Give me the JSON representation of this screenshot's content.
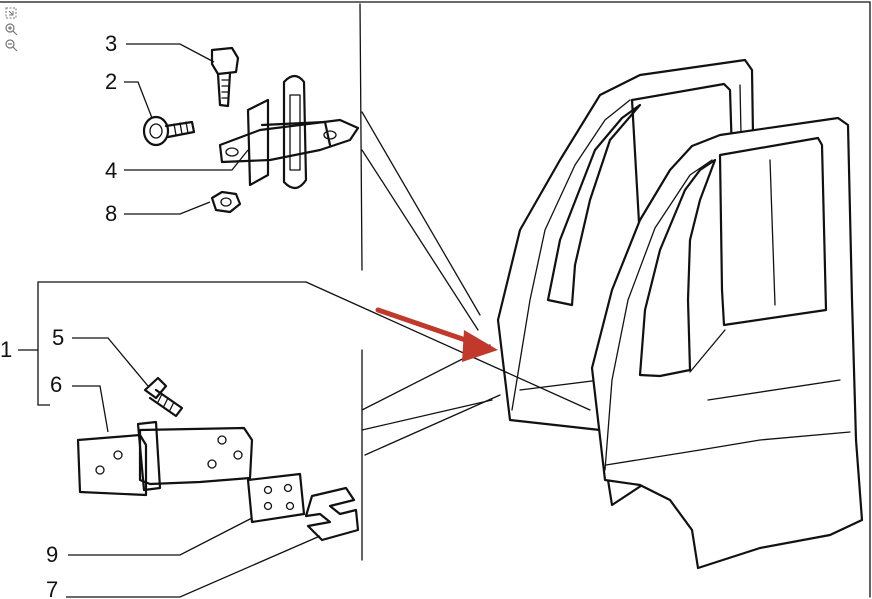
{
  "viewer": {
    "tools": [
      {
        "name": "fit-page-icon",
        "label": "fit"
      },
      {
        "name": "zoom-in-icon",
        "label": "zoom in"
      },
      {
        "name": "zoom-out-icon",
        "label": "zoom out"
      }
    ]
  },
  "callouts": {
    "c1": "1",
    "c2": "2",
    "c3": "3",
    "c4": "4",
    "c5": "5",
    "c6": "6",
    "c7": "7",
    "c8": "8",
    "c9": "9"
  },
  "colors": {
    "line": "#111111",
    "arrow": "#c0392b",
    "background": "#ffffff"
  }
}
